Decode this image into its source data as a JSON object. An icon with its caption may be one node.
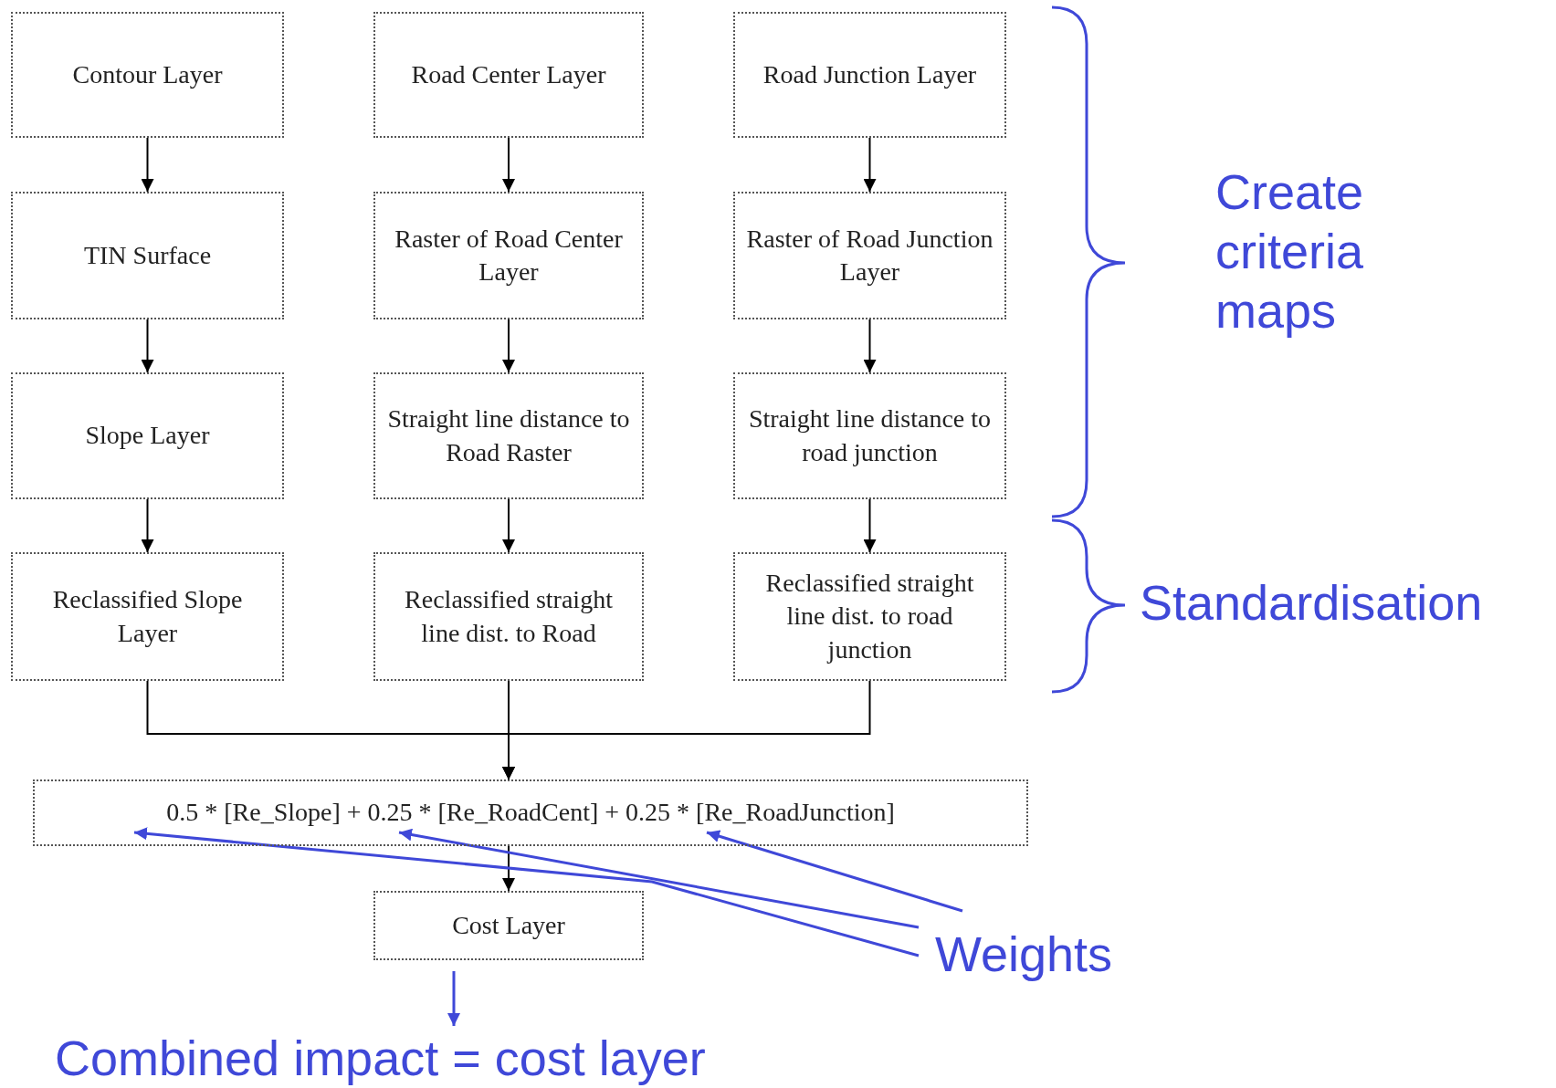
{
  "diagram": {
    "nodes": [
      {
        "text": [
          "Contour Layer"
        ]
      },
      {
        "text": [
          "Road Center Layer"
        ]
      },
      {
        "text": [
          "Road Junction Layer"
        ]
      },
      {
        "text": [
          "TIN Surface"
        ]
      },
      {
        "text": [
          "Raster of Road Center Layer"
        ]
      },
      {
        "text": [
          "Raster of Road Junction Layer"
        ]
      },
      {
        "text": [
          "Slope Layer"
        ]
      },
      {
        "text": [
          "Straight line distance to Road Raster"
        ]
      },
      {
        "text": [
          "Straight line distance to road junction"
        ]
      },
      {
        "text": [
          "Reclassified Slope Layer"
        ]
      },
      {
        "text": [
          "Reclassified straight line dist. to Road"
        ]
      },
      {
        "text": [
          "Reclassified straight line dist. to road junction"
        ]
      },
      {
        "text": [
          "0.5 * [Re_Slope] + 0.25 * [Re_RoadCent] + 0.25 * [Re_RoadJunction]"
        ]
      },
      {
        "text": [
          "Cost Layer"
        ]
      },
      {
        "text": [
          "Combined impact = cost layer"
        ]
      },
      {
        "text": [
          "Weights"
        ]
      }
    ],
    "edges": [
      {
        "from": 0,
        "to": 3,
        "arrow": "to"
      },
      {
        "from": 1,
        "to": 4,
        "arrow": "to"
      },
      {
        "from": 2,
        "to": 5,
        "arrow": "to"
      },
      {
        "from": 3,
        "to": 6,
        "arrow": "to"
      },
      {
        "from": 4,
        "to": 7,
        "arrow": "to"
      },
      {
        "from": 5,
        "to": 8,
        "arrow": "to"
      },
      {
        "from": 6,
        "to": 9,
        "arrow": "to"
      },
      {
        "from": 7,
        "to": 10,
        "arrow": "to"
      },
      {
        "from": 8,
        "to": 11,
        "arrow": "to"
      },
      {
        "from": 9,
        "to": 12,
        "arrow": "to"
      },
      {
        "from": 10,
        "to": 12,
        "arrow": "to"
      },
      {
        "from": 11,
        "to": 12,
        "arrow": "to"
      },
      {
        "from": 12,
        "to": 13,
        "arrow": "to"
      },
      {
        "from": 13,
        "to": 14,
        "arrow": "to",
        "color": "#3f48d8"
      },
      {
        "from": 15,
        "to": 12,
        "arrow": "to",
        "color": "#3f48d8"
      },
      {
        "from": 15,
        "to": 12,
        "arrow": "to",
        "color": "#3f48d8"
      },
      {
        "from": 15,
        "to": 12,
        "arrow": "to",
        "color": "#3f48d8"
      }
    ],
    "labels": [
      "Create criteria maps",
      "Standardisation"
    ]
  }
}
